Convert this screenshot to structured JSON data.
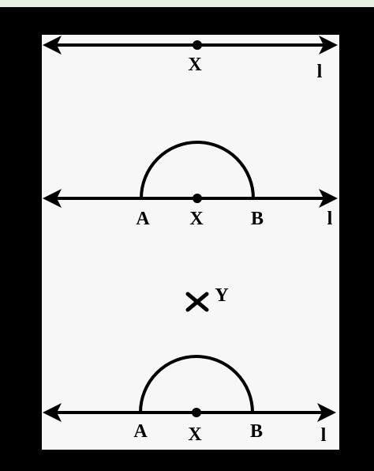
{
  "colors": {
    "page_background": "#000000",
    "top_strip": "#e9efe3",
    "panel": "#f7f7f7",
    "ink": "#000000"
  },
  "figures": [
    {
      "id": "step-1",
      "line_label": "l",
      "point_x_label": "X"
    },
    {
      "id": "step-2",
      "line_label": "l",
      "point_x_label": "X",
      "point_a_label": "A",
      "point_b_label": "B",
      "arc": "semicircle centered at X through A and B"
    },
    {
      "id": "step-3",
      "line_label": "l",
      "point_x_label": "X",
      "point_a_label": "A",
      "point_b_label": "B",
      "point_y_label": "Y",
      "arc": "semicircle centered at X through A and B",
      "y_marker": "cross"
    }
  ]
}
